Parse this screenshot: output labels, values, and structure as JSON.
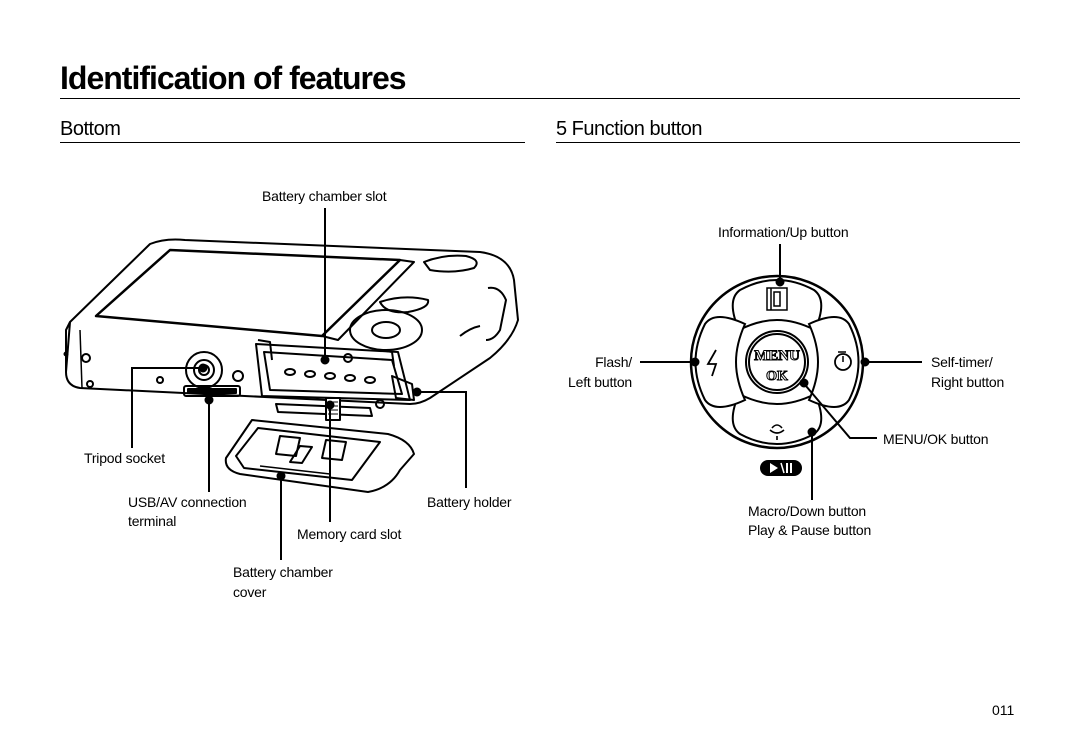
{
  "page": {
    "title": "Identification of features",
    "page_number": "011"
  },
  "bottom_section": {
    "heading": "Bottom",
    "labels": {
      "battery_chamber_slot": "Battery chamber slot",
      "tripod_socket": "Tripod socket",
      "usb_av_line1": "USB/AV connection",
      "usb_av_line2": "terminal",
      "battery_holder": "Battery holder",
      "memory_card_slot": "Memory card slot",
      "battery_cover_line1": "Battery chamber",
      "battery_cover_line2": "cover"
    }
  },
  "function_section": {
    "heading": "5 Function button",
    "labels": {
      "info_up": "Information/Up button",
      "flash_line1": "Flash/",
      "flash_line2": "Left button",
      "selftimer_line1": "Self-timer/",
      "selftimer_line2": "Right button",
      "menu_ok": "MENU/OK button",
      "macro_line1": "Macro/Down button",
      "macro_line2": "Play & Pause button"
    },
    "center_text": {
      "menu": "MENU",
      "ok": "OK"
    }
  }
}
